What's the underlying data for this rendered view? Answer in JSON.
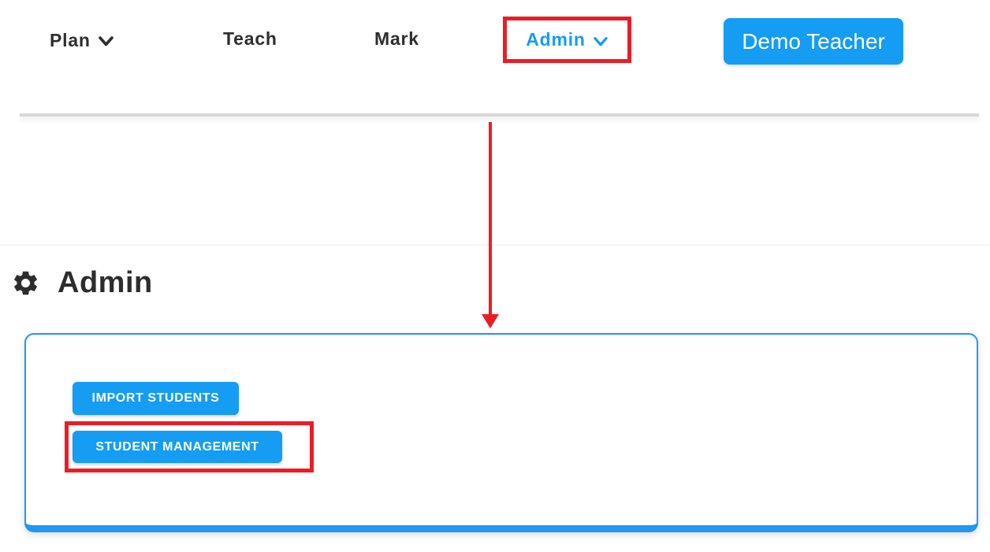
{
  "nav": {
    "plan": {
      "label": "Plan",
      "has_dropdown": true
    },
    "teach": {
      "label": "Teach",
      "has_dropdown": false
    },
    "mark": {
      "label": "Mark",
      "has_dropdown": false
    },
    "admin": {
      "label": "Admin",
      "has_dropdown": true,
      "active": true
    },
    "user_button_label": "Demo Teacher"
  },
  "page": {
    "heading": "Admin",
    "heading_icon": "gear-icon"
  },
  "admin_panel": {
    "buttons": {
      "import_students": {
        "label": "IMPORT STUDENTS"
      },
      "student_management": {
        "label": "STUDENT MANAGEMENT"
      }
    }
  },
  "annotations": {
    "highlighted_nav_item": "Admin",
    "highlighted_panel_button": "STUDENT MANAGEMENT",
    "arrow": "red arrow pointing down from Admin nav item to the admin panel",
    "highlight_color": "#ec1c24"
  },
  "colors": {
    "accent_blue": "#149df2",
    "panel_border_blue": "#2196f3",
    "nav_text": "#2e2e2e",
    "heading_text": "#2d2d2d",
    "highlight_red": "#ec1c24"
  }
}
